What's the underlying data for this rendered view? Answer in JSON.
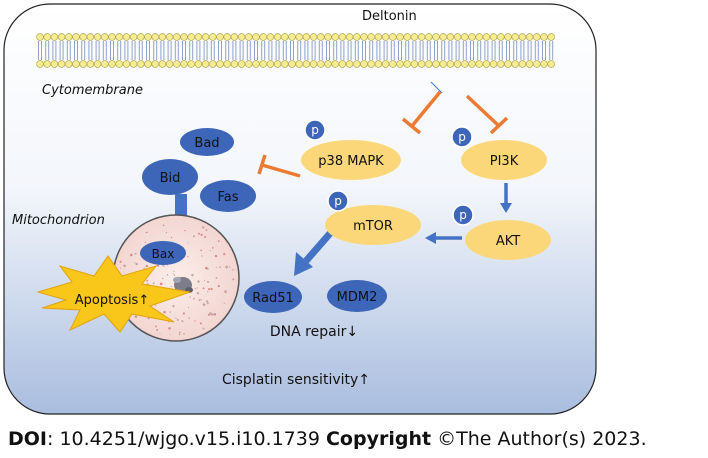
{
  "diagram": {
    "top_label": "Deltonin",
    "membrane_label": "Cytomembrane",
    "mito_label": "Mitochondrion",
    "nodes": {
      "bad": "Bad",
      "bid": "Bid",
      "fas": "Fas",
      "bax": "Bax",
      "p38": "p38 MAPK",
      "pi3k": "PI3K",
      "akt": "AKT",
      "mtor": "mTOR",
      "rad51": "Rad51",
      "mdm2": "MDM2"
    },
    "phospho_label": "p",
    "apoptosis_label": "Apoptosis↑",
    "dna_repair_label": "DNA repair↓",
    "cisplatin_label": "Cisplatin sensitivity↑",
    "colors": {
      "dark_node": "#3d66b9",
      "light_node": "#fcd77a",
      "inhibit_arrow": "#ec7a33",
      "activate_arrow": "#4472c4",
      "burst": "#f9c61a"
    }
  },
  "footer": {
    "doi_label": "DOI",
    "doi_value": ": 10.4251/wjgo.v15.i10.1739 ",
    "copyright_label": "Copyright",
    "copyright_text": " ©The Author(s) 2023."
  }
}
